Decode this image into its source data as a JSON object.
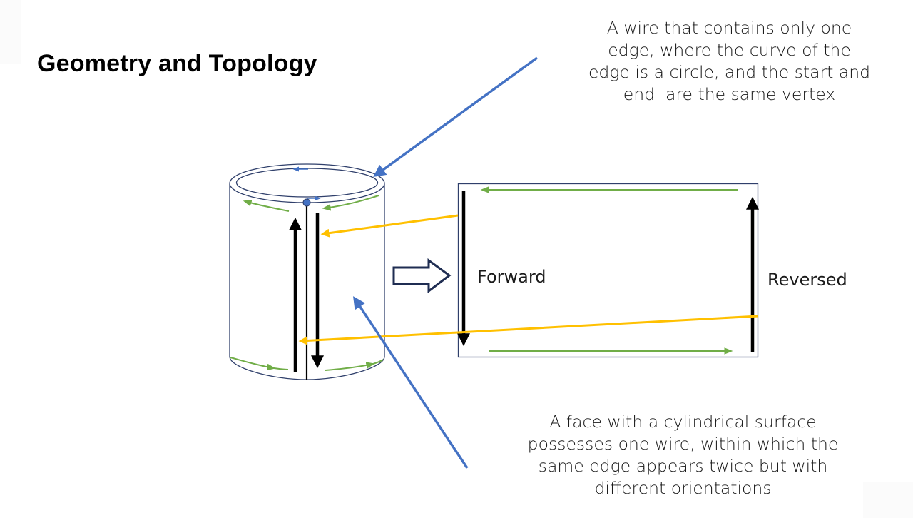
{
  "slide": {
    "title": "Geometry and Topology"
  },
  "callouts": {
    "wire": {
      "lines": [
        "A wire that contains only one",
        "edge, where the curve of the",
        "edge is a circle, and the start and",
        "end  are the same vertex"
      ]
    },
    "face": {
      "lines": [
        "A face with a cylindrical surface",
        "possesses one wire, within which the",
        "same edge appears twice but with",
        "different orientations"
      ]
    }
  },
  "labels": {
    "forward": "Forward",
    "reversed": "Reversed"
  },
  "colors": {
    "outline": "#2f3f6b",
    "pointer_blue": "#4472c4",
    "edge_green": "#70ad47",
    "pointer_yellow": "#ffc000",
    "edge_black": "#000000",
    "hollow_arrow": "#1f2d52"
  }
}
